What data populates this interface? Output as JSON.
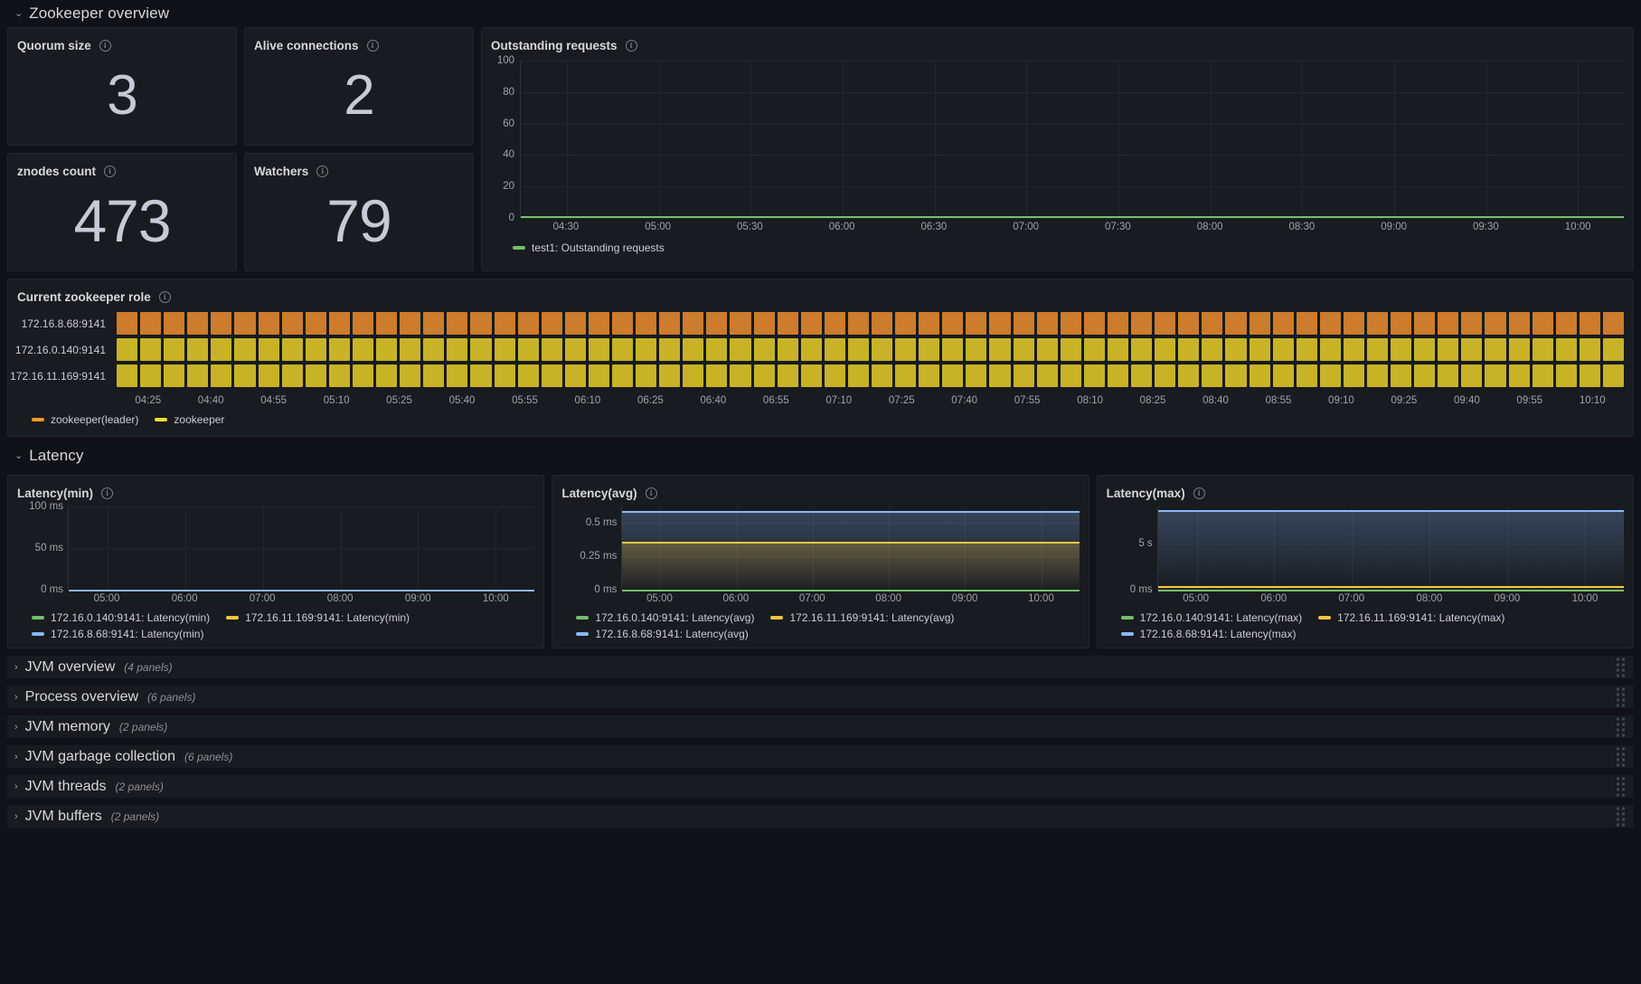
{
  "sections": {
    "zookeeper_overview": {
      "title": "Zookeeper overview",
      "chevron": "⌄"
    },
    "latency": {
      "title": "Latency",
      "chevron": "⌄"
    }
  },
  "stats": [
    {
      "title": "Quorum size",
      "value": "3",
      "icon": "info-icon"
    },
    {
      "title": "Alive connections",
      "value": "2",
      "icon": "info-icon"
    },
    {
      "title": "znodes count",
      "value": "473",
      "icon": "info-icon"
    },
    {
      "title": "Watchers",
      "value": "79",
      "icon": "info-icon"
    }
  ],
  "outstanding": {
    "title": "Outstanding requests",
    "legend": [
      {
        "label": "test1: Outstanding requests",
        "color": "#73bf69"
      }
    ]
  },
  "timeline": {
    "title": "Current zookeeper role",
    "rows": [
      {
        "label": "172.16.8.68:9141",
        "state": "zookeeper(leader)"
      },
      {
        "label": "172.16.0.140:9141",
        "state": "zookeeper"
      },
      {
        "label": "172.16.11.169:9141",
        "state": "zookeeper"
      }
    ],
    "legend": [
      {
        "label": "zookeeper(leader)",
        "color": "#ff9830"
      },
      {
        "label": "zookeeper",
        "color": "#fade2a"
      }
    ]
  },
  "latency_panels": [
    {
      "title": "Latency(min)",
      "legend": [
        {
          "label": "172.16.0.140:9141: Latency(min)",
          "color": "#73bf69"
        },
        {
          "label": "172.16.11.169:9141: Latency(min)",
          "color": "#fac53d"
        },
        {
          "label": "172.16.8.68:9141: Latency(min)",
          "color": "#8ab8ff"
        }
      ]
    },
    {
      "title": "Latency(avg)",
      "legend": [
        {
          "label": "172.16.0.140:9141: Latency(avg)",
          "color": "#73bf69"
        },
        {
          "label": "172.16.11.169:9141: Latency(avg)",
          "color": "#fac53d"
        },
        {
          "label": "172.16.8.68:9141: Latency(avg)",
          "color": "#8ab8ff"
        }
      ]
    },
    {
      "title": "Latency(max)",
      "legend": [
        {
          "label": "172.16.0.140:9141: Latency(max)",
          "color": "#73bf69"
        },
        {
          "label": "172.16.11.169:9141: Latency(max)",
          "color": "#fac53d"
        },
        {
          "label": "172.16.8.68:9141: Latency(max)",
          "color": "#8ab8ff"
        }
      ]
    }
  ],
  "collapsed_rows": [
    {
      "title": "JVM overview",
      "count": "(4 panels)",
      "chevron": "›"
    },
    {
      "title": "Process overview",
      "count": "(6 panels)",
      "chevron": "›"
    },
    {
      "title": "JVM memory",
      "count": "(2 panels)",
      "chevron": "›"
    },
    {
      "title": "JVM garbage collection",
      "count": "(6 panels)",
      "chevron": "›"
    },
    {
      "title": "JVM threads",
      "count": "(2 panels)",
      "chevron": "›"
    },
    {
      "title": "JVM buffers",
      "count": "(2 panels)",
      "chevron": "›"
    }
  ],
  "chart_data": [
    {
      "id": "outstanding-requests",
      "type": "line",
      "title": "Outstanding requests",
      "xlabel": "",
      "ylabel": "",
      "ylim": [
        0,
        100
      ],
      "yticks": [
        0,
        20,
        40,
        60,
        80,
        100
      ],
      "ytick_labels": [
        "0",
        "20",
        "40",
        "60",
        "80",
        "100"
      ],
      "xtick_labels": [
        "04:30",
        "05:00",
        "05:30",
        "06:00",
        "06:30",
        "07:00",
        "07:30",
        "08:00",
        "08:30",
        "09:00",
        "09:30",
        "10:00"
      ],
      "grid": true,
      "legend_position": "bottom",
      "series": [
        {
          "name": "test1: Outstanding requests",
          "color": "#73bf69",
          "constant_value": 0
        }
      ]
    },
    {
      "id": "current-zookeeper-role",
      "type": "heatmap",
      "title": "Current zookeeper role",
      "categories": [
        "172.16.8.68:9141",
        "172.16.0.140:9141",
        "172.16.11.169:9141"
      ],
      "states": [
        "zookeeper(leader)",
        "zookeeper",
        "zookeeper"
      ],
      "state_colors": {
        "zookeeper(leader)": "#ff9830",
        "zookeeper": "#fade2a"
      },
      "xtick_labels": [
        "04:25",
        "04:40",
        "04:55",
        "05:10",
        "05:25",
        "05:40",
        "05:55",
        "06:10",
        "06:25",
        "06:40",
        "06:55",
        "07:10",
        "07:25",
        "07:40",
        "07:55",
        "08:10",
        "08:25",
        "08:40",
        "08:55",
        "09:10",
        "09:25",
        "09:40",
        "09:55",
        "10:10"
      ],
      "segments": 64,
      "legend_position": "bottom"
    },
    {
      "id": "latency-min",
      "type": "line",
      "title": "Latency(min)",
      "ylim": [
        0,
        100
      ],
      "yticks": [
        0,
        50,
        100
      ],
      "ytick_labels": [
        "0 ms",
        "50 ms",
        "100 ms"
      ],
      "xtick_labels": [
        "05:00",
        "06:00",
        "07:00",
        "08:00",
        "09:00",
        "10:00"
      ],
      "grid": true,
      "legend_position": "bottom",
      "series": [
        {
          "name": "172.16.0.140:9141: Latency(min)",
          "color": "#73bf69",
          "constant_value": 0
        },
        {
          "name": "172.16.11.169:9141: Latency(min)",
          "color": "#fac53d",
          "constant_value": 0
        },
        {
          "name": "172.16.8.68:9141: Latency(min)",
          "color": "#8ab8ff",
          "constant_value": 0
        }
      ]
    },
    {
      "id": "latency-avg",
      "type": "area",
      "title": "Latency(avg)",
      "ylim": [
        0,
        0.625
      ],
      "yticks": [
        0,
        0.25,
        0.5
      ],
      "ytick_labels": [
        "0 ms",
        "0.25 ms",
        "0.5 ms"
      ],
      "xtick_labels": [
        "05:00",
        "06:00",
        "07:00",
        "08:00",
        "09:00",
        "10:00"
      ],
      "grid": true,
      "legend_position": "bottom",
      "series": [
        {
          "name": "172.16.0.140:9141: Latency(avg)",
          "color": "#73bf69",
          "constant_value": 0
        },
        {
          "name": "172.16.11.169:9141: Latency(avg)",
          "color": "#fac53d",
          "constant_value": 0.36
        },
        {
          "name": "172.16.8.68:9141: Latency(avg)",
          "color": "#8ab8ff",
          "constant_value": 0.59
        }
      ]
    },
    {
      "id": "latency-max",
      "type": "area",
      "title": "Latency(max)",
      "ylim": [
        0,
        9
      ],
      "yticks": [
        0,
        5
      ],
      "ytick_labels": [
        "0 ms",
        "5 s"
      ],
      "xtick_labels": [
        "05:00",
        "06:00",
        "07:00",
        "08:00",
        "09:00",
        "10:00"
      ],
      "grid": true,
      "legend_position": "bottom",
      "series": [
        {
          "name": "172.16.0.140:9141: Latency(max)",
          "color": "#73bf69",
          "constant_value": 0
        },
        {
          "name": "172.16.11.169:9141: Latency(max)",
          "color": "#fac53d",
          "constant_value": 0.35
        },
        {
          "name": "172.16.8.68:9141: Latency(max)",
          "color": "#8ab8ff",
          "constant_value": 8.6
        }
      ]
    }
  ]
}
